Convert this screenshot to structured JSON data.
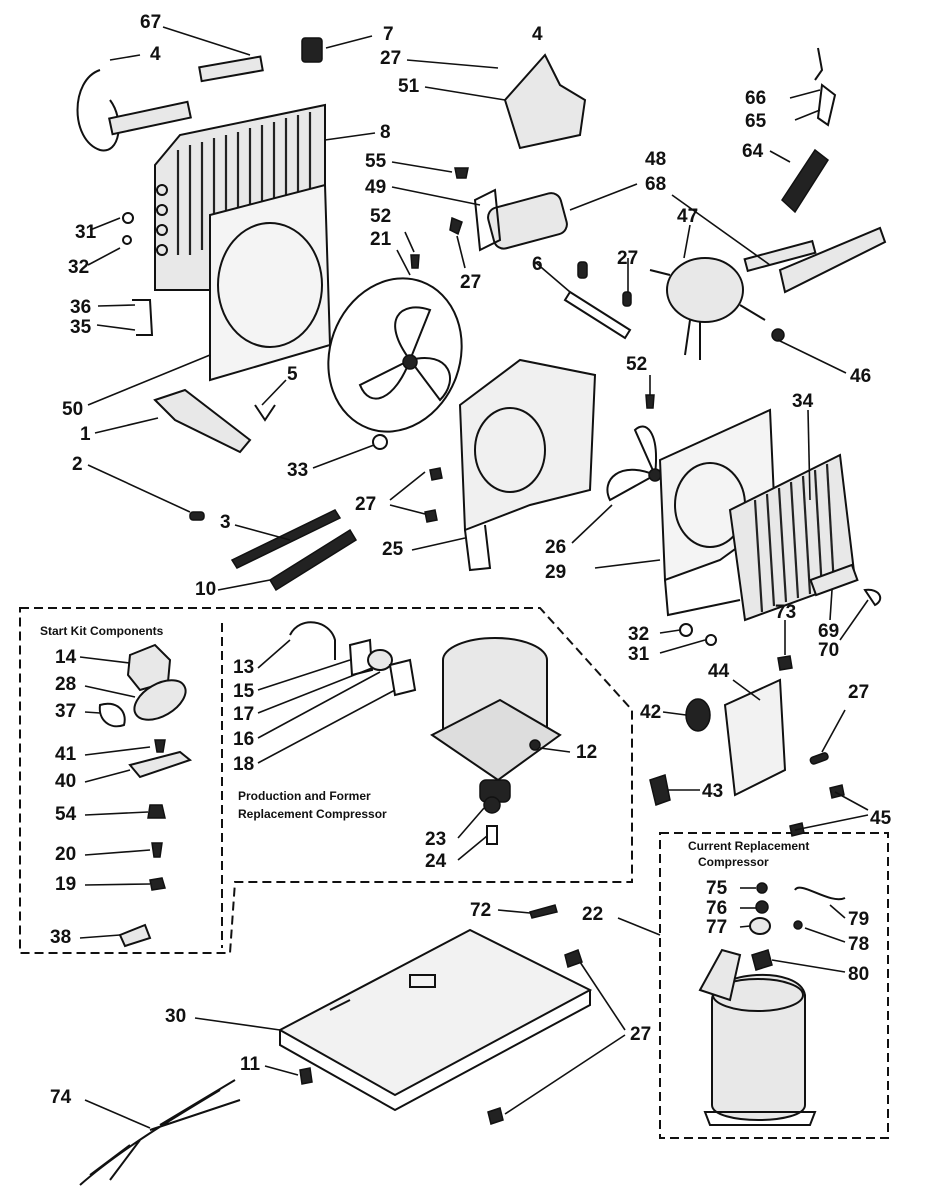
{
  "labels": {
    "n1": "1",
    "n2": "2",
    "n3": "3",
    "n4a": "4",
    "n4b": "4",
    "n5": "5",
    "n6": "6",
    "n7": "7",
    "n8": "8",
    "n10": "10",
    "n11": "11",
    "n12": "12",
    "n13": "13",
    "n14": "14",
    "n15": "15",
    "n16": "16",
    "n17": "17",
    "n18": "18",
    "n19": "19",
    "n20": "20",
    "n21": "21",
    "n22": "22",
    "n23": "23",
    "n24": "24",
    "n25": "25",
    "n26": "26",
    "n27a": "27",
    "n27b": "27",
    "n27c": "27",
    "n27d": "27",
    "n27e": "27",
    "n27f": "27",
    "n28": "28",
    "n29": "29",
    "n30": "30",
    "n31a": "31",
    "n31b": "31",
    "n32a": "32",
    "n32b": "32",
    "n33": "33",
    "n34": "34",
    "n35": "35",
    "n36": "36",
    "n37": "37",
    "n38": "38",
    "n40": "40",
    "n41": "41",
    "n42": "42",
    "n43": "43",
    "n44": "44",
    "n45": "45",
    "n46": "46",
    "n47": "47",
    "n48": "48",
    "n49": "49",
    "n50": "50",
    "n51": "51",
    "n52a": "52",
    "n52b": "52",
    "n54": "54",
    "n55": "55",
    "n64": "64",
    "n65": "65",
    "n66": "66",
    "n67": "67",
    "n68": "68",
    "n69": "69",
    "n70": "70",
    "n72": "72",
    "n73": "73",
    "n74": "74",
    "n75": "75",
    "n76": "76",
    "n77": "77",
    "n78": "78",
    "n79": "79",
    "n80": "80"
  },
  "boxes": {
    "start_kit": "Start Kit Components",
    "production_line1": "Production and Former",
    "production_line2": "Replacement Compressor",
    "current_line1": "Current Replacement",
    "current_line2": "Compressor"
  }
}
